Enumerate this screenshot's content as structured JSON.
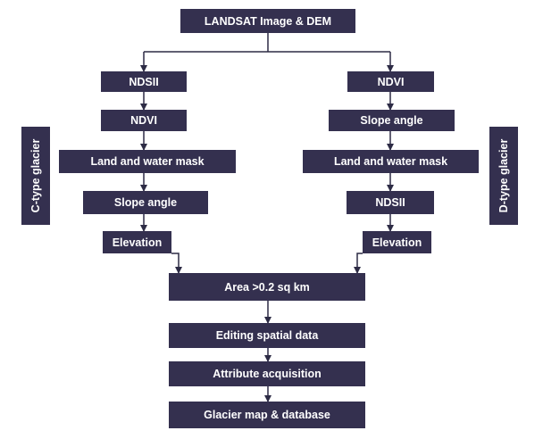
{
  "nodes": {
    "top": "LANDSAT Image & DEM",
    "left": {
      "ndsii": "NDSII",
      "ndvi": "NDVI",
      "mask": "Land and water mask",
      "slope": "Slope angle",
      "elevation": "Elevation"
    },
    "right": {
      "ndvi": "NDVI",
      "slope": "Slope angle",
      "mask": "Land and water mask",
      "ndsii": "NDSII",
      "elevation": "Elevation"
    },
    "area": "Area >0.2 sq km",
    "editing": "Editing spatial data",
    "attribute": "Attribute acquisition",
    "final": "Glacier map & database"
  },
  "labels": {
    "left_side": "C-type glacier",
    "right_side": "D-type glacier"
  },
  "colors": {
    "box": "#34304f",
    "text": "#ffffff",
    "connector": "#2d2b45"
  }
}
